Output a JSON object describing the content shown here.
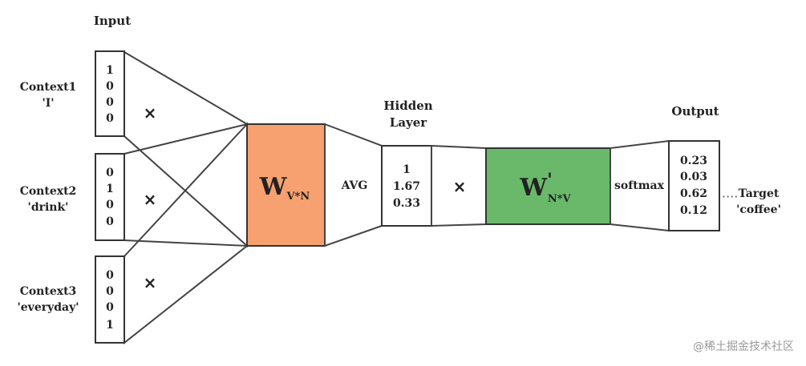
{
  "labels": {
    "input": "Input",
    "hidden_line1": "Hidden",
    "hidden_line2": "Layer",
    "output": "Output",
    "avg": "AVG",
    "softmax": "softmax",
    "multiply": "×"
  },
  "contexts": [
    {
      "name": "Context1",
      "word": "'I'",
      "vector": [
        "1",
        "0",
        "0",
        "0"
      ]
    },
    {
      "name": "Context2",
      "word": "'drink'",
      "vector": [
        "0",
        "1",
        "0",
        "0"
      ]
    },
    {
      "name": "Context3",
      "word": "'everyday'",
      "vector": [
        "0",
        "0",
        "0",
        "1"
      ]
    }
  ],
  "matrix_w": {
    "main": "W",
    "sub": "V*N",
    "color": "#f7a070"
  },
  "matrix_w2": {
    "main": "W",
    "prime": "'",
    "sub": "N*V",
    "color": "#6ab96a"
  },
  "hidden_vector": [
    "1",
    "1.67",
    "0.33"
  ],
  "output_vector": [
    "0.23",
    "0.03",
    "0.62",
    "0.12"
  ],
  "target": {
    "name": "Target",
    "word": "'coffee'",
    "connector": "····"
  },
  "watermark": "@稀土掘金技术社区"
}
